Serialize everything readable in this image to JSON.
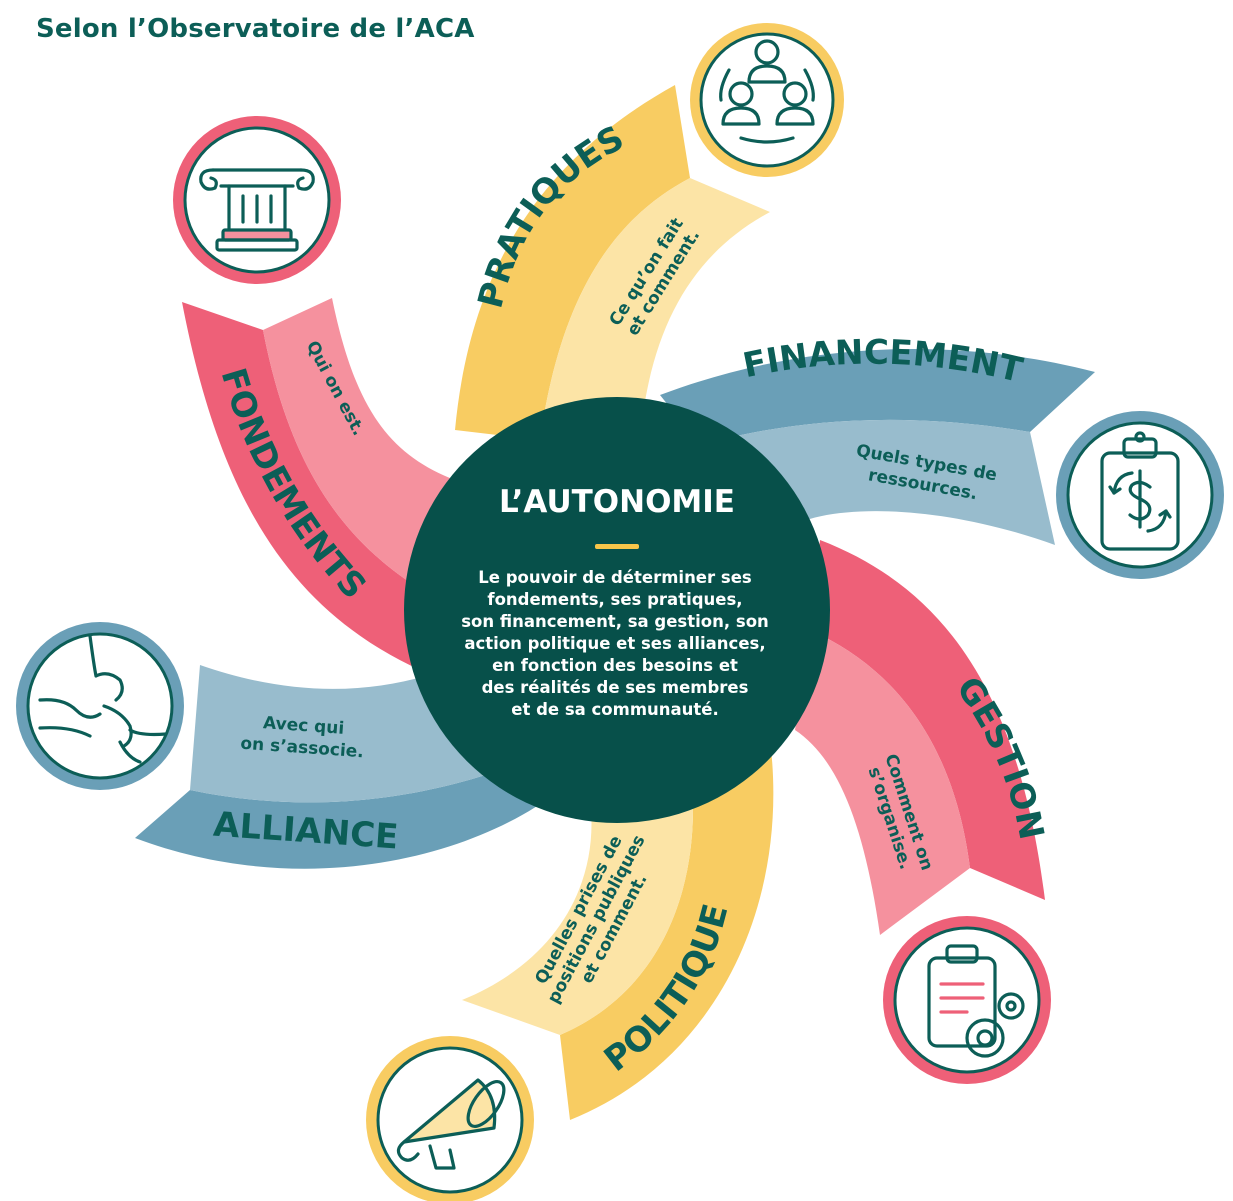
{
  "title": "Selon l’Observatoire de l’ACA",
  "center": {
    "title": "L’AUTONOMIE",
    "lines": [
      "Le pouvoir de déterminer ses",
      "fondements, ses pratiques,",
      "son financement, sa gestion, son",
      "action politique et ses alliances,",
      "en fonction des besoins et",
      "des réalités de ses membres",
      "et de sa communauté."
    ]
  },
  "arms": {
    "pratiques": {
      "label": "PRATIQUES",
      "sub": [
        "Ce qu’on fait",
        "et comment."
      ],
      "icon": "people-network-icon"
    },
    "financement": {
      "label": "FINANCEMENT",
      "sub": [
        "Quels types de",
        "ressources."
      ],
      "icon": "clipboard-dollar-icon"
    },
    "gestion": {
      "label": "GESTION",
      "sub": [
        "Comment on",
        "s’organise."
      ],
      "icon": "clipboard-gears-icon"
    },
    "politique": {
      "label": "POLITIQUE",
      "sub": [
        "Quelles prises de",
        "positions publiques",
        "et comment."
      ],
      "icon": "megaphone-icon"
    },
    "alliance": {
      "label": "ALLIANCE",
      "sub": [
        "Avec qui",
        "on s’associe."
      ],
      "icon": "joined-hands-icon"
    },
    "fondements": {
      "label": "FONDEMENTS",
      "sub": [
        "Qui on est."
      ],
      "icon": "column-icon"
    }
  },
  "colors": {
    "dark_green": "#0c5e57",
    "center_fill": "#07504a",
    "yellow_dark": "#f8cc62",
    "yellow_light": "#fce4a6",
    "blue_dark": "#6a9fb7",
    "blue_light": "#98bccd",
    "pink_dark": "#ee6078",
    "pink_light": "#f5919e",
    "accent_bar": "#f8c64a"
  }
}
